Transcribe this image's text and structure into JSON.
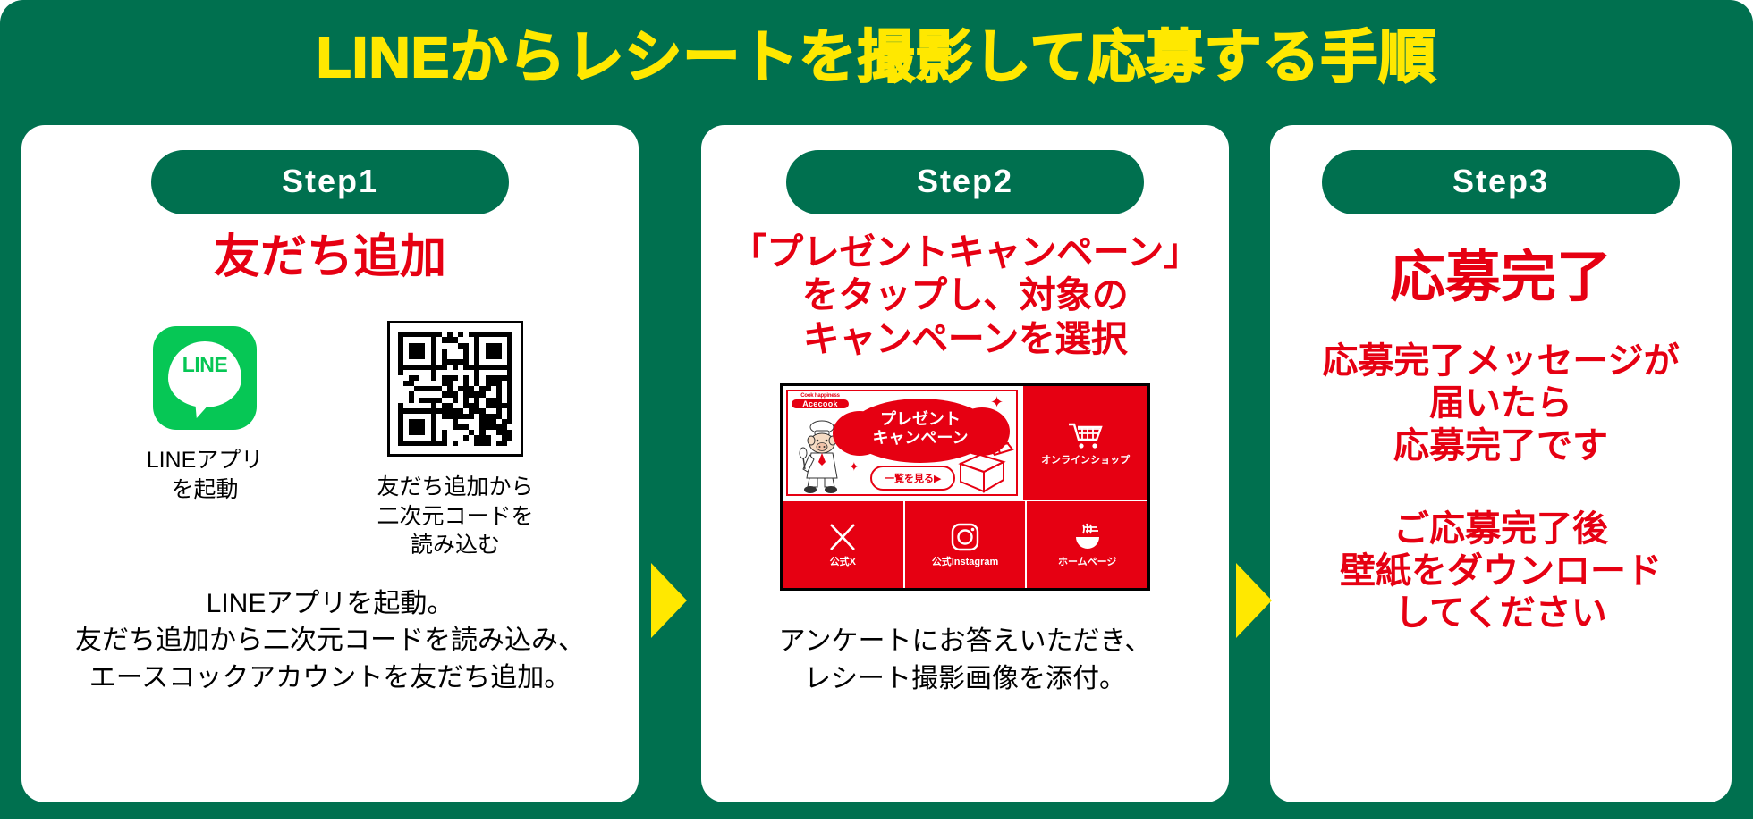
{
  "header": {
    "title": "LINEからレシートを撮影して応募する手順",
    "title_color": "#ffe800",
    "bg_color": "#00704f"
  },
  "colors": {
    "green": "#00704f",
    "yellow": "#ffe800",
    "red": "#e60012",
    "line_green": "#06c755",
    "white": "#ffffff"
  },
  "steps": [
    {
      "badge": "Step1",
      "heading": "友だち追加",
      "icons": [
        {
          "icon_name": "line-app-icon",
          "logo_text": "LINE",
          "caption": "LINEアプリ\nを起動"
        },
        {
          "icon_name": "qr-code-icon",
          "caption": "友だち追加から\n二次元コードを\n読み込む"
        }
      ],
      "body": "LINEアプリを起動。\n友だち追加から二次元コードを読み込み、\nエースコックアカウントを友だち追加。"
    },
    {
      "badge": "Step2",
      "heading": "「プレゼントキャンペーン」\nをタップし、対象の\nキャンペーンを選択",
      "richmenu": {
        "banner": {
          "brand_tagline": "Cook happiness",
          "brand_name": "Acecook",
          "blob_text": "プレゼント\nキャンペーン",
          "button_label": "一覧を見る▶",
          "mascot_name": "pig-chef-mascot",
          "gift_name": "gift-box-icon"
        },
        "tiles": [
          {
            "icon_name": "shopping-cart-icon",
            "label": "オンラインショップ"
          },
          {
            "icon_name": "x-twitter-icon",
            "label": "公式X"
          },
          {
            "icon_name": "instagram-icon",
            "label": "公式Instagram"
          },
          {
            "icon_name": "noodle-bowl-icon",
            "label": "ホームページ"
          }
        ]
      },
      "body": "アンケートにお答えいただき、\nレシート撮影画像を添付。"
    },
    {
      "badge": "Step3",
      "heading": "応募完了",
      "body_red_1": "応募完了メッセージが\n届いたら\n応募完了です",
      "body_red_2": "ご応募完了後\n壁紙をダウンロード\nしてください"
    }
  ],
  "arrows": {
    "icon_name": "arrow-right-triangle",
    "color": "#ffe800",
    "count": 2
  }
}
